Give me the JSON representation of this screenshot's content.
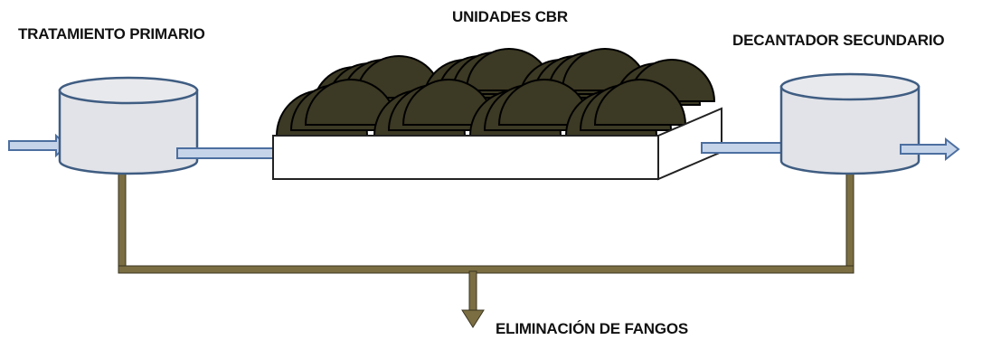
{
  "labels": {
    "primary_treatment": "TRATAMIENTO PRIMARIO",
    "cbr_units": "UNIDADES CBR",
    "secondary_clarifier": "DECANTADOR SECUNDARIO",
    "sludge_removal": "ELIMINACIÓN DE FANGOS"
  },
  "colors": {
    "tank_fill": "#e2e3e8",
    "tank_stroke": "#3f5d82",
    "flow_arrow_fill": "#c6d4ea",
    "flow_arrow_stroke": "#4c6fa0",
    "sludge_pipe": "#7b6e42",
    "disc_fill": "#3c3924",
    "tray_fill": "#ffffff"
  }
}
